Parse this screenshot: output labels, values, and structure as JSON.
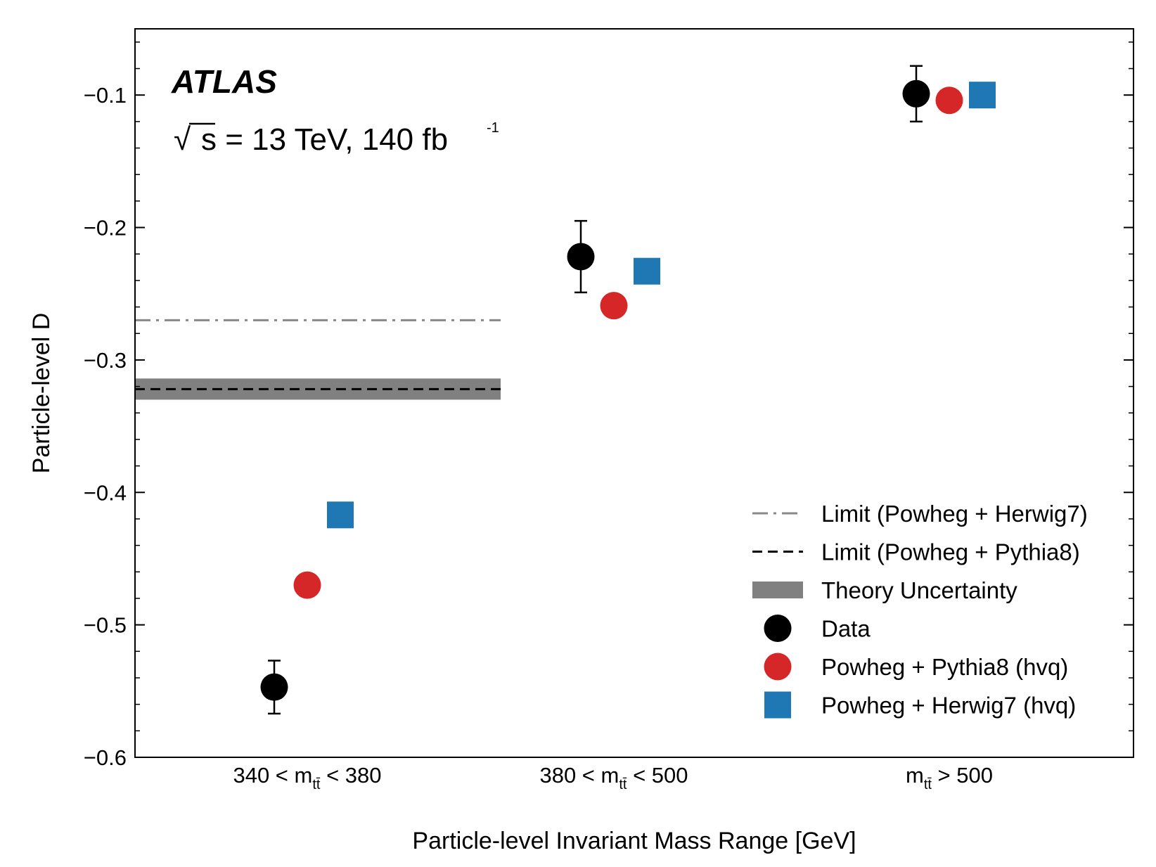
{
  "chart_data": {
    "type": "scatter",
    "experiment_label": "ATLAS",
    "energy_label": {
      "sqrt": "√",
      "s_text": "s = 13 TeV, 140 fb",
      "exponent": "-1"
    },
    "xlabel": "Particle-level Invariant Mass Range [GeV]",
    "ylabel": "Particle-level D",
    "ylim": [
      -0.6,
      -0.05
    ],
    "yticks": [
      -0.6,
      -0.5,
      -0.4,
      -0.3,
      -0.2,
      -0.1
    ],
    "ytick_labels": [
      "−0.6",
      "−0.5",
      "−0.4",
      "−0.3",
      "−0.2",
      "−0.1"
    ],
    "categories": [
      {
        "pre": "340 < m",
        "sub": "tt̄",
        "post": " < 380"
      },
      {
        "pre": "380 < m",
        "sub": "tt̄",
        "post": " < 500"
      },
      {
        "pre": "m",
        "sub": "tt̄",
        "post": " > 500"
      }
    ],
    "grid": false,
    "legend_position": "lower-right",
    "series": [
      {
        "name": "Data",
        "marker": "circle",
        "color": "#000000",
        "values": [
          -0.547,
          -0.222,
          -0.099
        ],
        "err_low": [
          0.02,
          0.027,
          0.021
        ],
        "err_high": [
          0.02,
          0.027,
          0.021
        ]
      },
      {
        "name": "Powheg + Pythia8 (hvq)",
        "marker": "circle",
        "color": "#d62728",
        "values": [
          -0.47,
          -0.259,
          -0.104
        ]
      },
      {
        "name": "Powheg + Herwig7 (hvq)",
        "marker": "square",
        "color": "#1f77b4",
        "values": [
          -0.417,
          -0.233,
          -0.1
        ]
      }
    ],
    "reference_lines": [
      {
        "name": "Limit (Powheg + Herwig7)",
        "style": "dashdot",
        "color": "#888888",
        "y": -0.27,
        "category": 0
      },
      {
        "name": "Limit (Powheg + Pythia8)",
        "style": "dashed",
        "color": "#000000",
        "y": -0.322,
        "category": 0
      }
    ],
    "bands": [
      {
        "name": "Theory Uncertainty",
        "color": "#808080",
        "y_low": -0.33,
        "y_high": -0.314,
        "category": 0
      }
    ],
    "legend": [
      {
        "label": "Limit (Powheg + Herwig7)",
        "kind": "dashdot",
        "color": "#888888"
      },
      {
        "label": "Limit (Powheg + Pythia8)",
        "kind": "dashed",
        "color": "#000000"
      },
      {
        "label": "Theory Uncertainty",
        "kind": "band",
        "color": "#808080"
      },
      {
        "label": "Data",
        "kind": "circle",
        "color": "#000000"
      },
      {
        "label": "Powheg + Pythia8 (hvq)",
        "kind": "circle",
        "color": "#d62728"
      },
      {
        "label": "Powheg + Herwig7 (hvq)",
        "kind": "square",
        "color": "#1f77b4"
      }
    ]
  }
}
